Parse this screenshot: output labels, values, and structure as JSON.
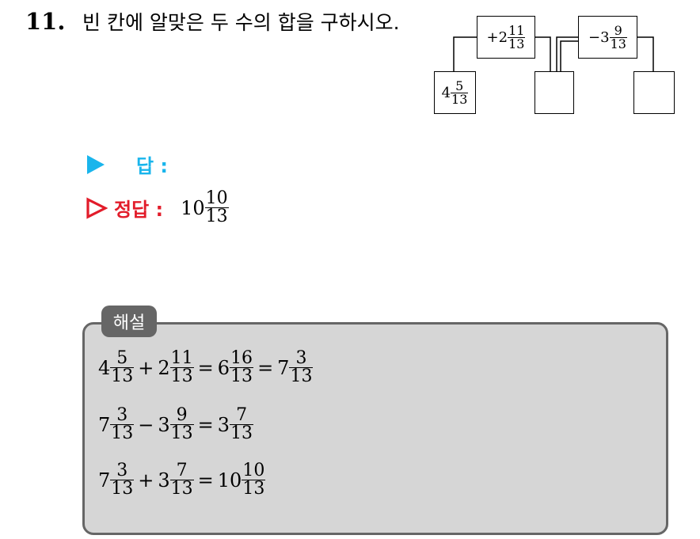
{
  "question": {
    "number": "11.",
    "text": "빈 칸에 알맞은 두 수의 합을 구하시오."
  },
  "diagram": {
    "start": {
      "whole": "4",
      "num": "5",
      "den": "13"
    },
    "op1": {
      "sign": "+",
      "whole": "2",
      "num": "11",
      "den": "13"
    },
    "op2": {
      "sign": "−",
      "whole": "3",
      "num": "9",
      "den": "13"
    }
  },
  "answer": {
    "label": "답 :"
  },
  "correct": {
    "label": "정답 :",
    "whole": "10",
    "num": "10",
    "den": "13"
  },
  "explanation": {
    "title": "해설",
    "lines": [
      {
        "a": {
          "whole": "4",
          "num": "5",
          "den": "13"
        },
        "op": "+",
        "b": {
          "whole": "2",
          "num": "11",
          "den": "13"
        },
        "r1": {
          "whole": "6",
          "num": "16",
          "den": "13"
        },
        "r2": {
          "whole": "7",
          "num": "3",
          "den": "13"
        }
      },
      {
        "a": {
          "whole": "7",
          "num": "3",
          "den": "13"
        },
        "op": "−",
        "b": {
          "whole": "3",
          "num": "9",
          "den": "13"
        },
        "r1": {
          "whole": "3",
          "num": "7",
          "den": "13"
        }
      },
      {
        "a": {
          "whole": "7",
          "num": "3",
          "den": "13"
        },
        "op": "+",
        "b": {
          "whole": "3",
          "num": "7",
          "den": "13"
        },
        "r1": {
          "whole": "10",
          "num": "10",
          "den": "13"
        }
      }
    ],
    "eq": "="
  },
  "colors": {
    "answer_accent": "#19b5ec",
    "correct_accent": "#e21c2a",
    "explanation_bg": "#d6d6d6",
    "explanation_border": "#666666"
  }
}
